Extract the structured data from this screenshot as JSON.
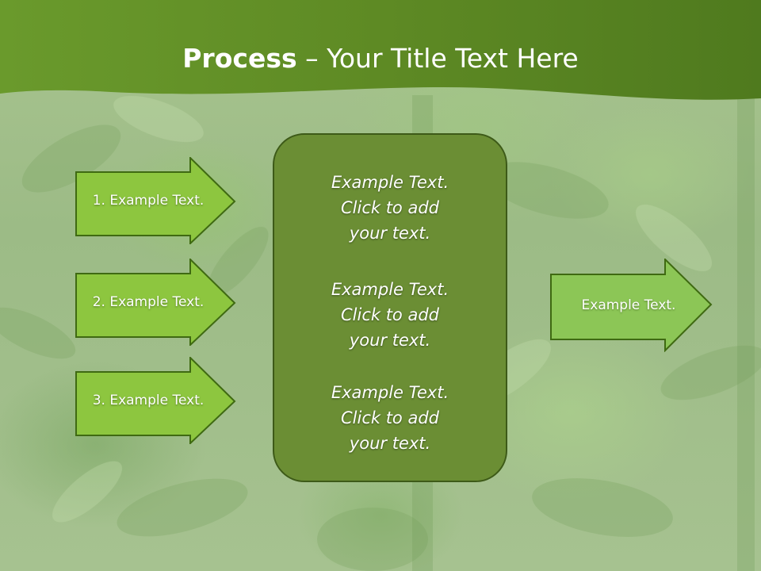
{
  "slide": {
    "title_bold": "Process",
    "title_rest": " – Your Title Text Here"
  },
  "left_arrows": [
    {
      "label": "1. Example Text."
    },
    {
      "label": "2. Example Text."
    },
    {
      "label": "3. Example Text."
    }
  ],
  "center_box": {
    "paragraphs": [
      [
        "Example Text.",
        "Click  to add",
        "your text."
      ],
      [
        "Example Text.",
        "Click  to add",
        "your text."
      ],
      [
        "Example Text.",
        "Click  to add",
        "your text."
      ]
    ]
  },
  "right_arrow": {
    "label": "Example Text."
  },
  "colors": {
    "header_green": "#5e8a24",
    "arrow_fill": "#8dc63f",
    "arrow_border": "#3f6a12",
    "center_box_fill": "#6b8e34",
    "right_arrow_fill": "#8cc656"
  }
}
